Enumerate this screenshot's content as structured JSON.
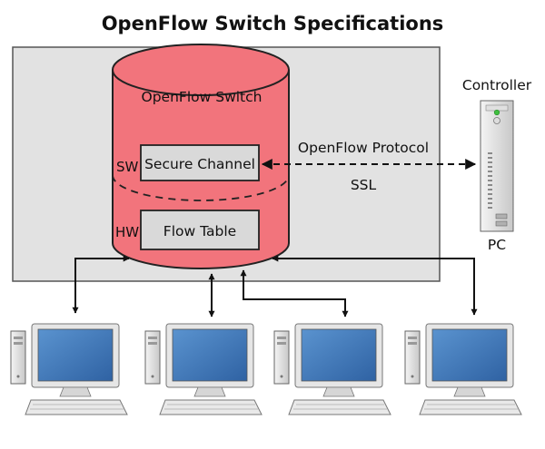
{
  "title": "OpenFlow Switch Specifications",
  "switch": {
    "label": "OpenFlow Switch",
    "sw_label": "SW",
    "hw_label": "HW",
    "secure_channel": "Secure Channel",
    "flow_table": "Flow Table"
  },
  "link": {
    "protocol": "OpenFlow Protocol",
    "transport": "SSL"
  },
  "controller": {
    "label": "Controller",
    "pc_label": "PC"
  },
  "colors": {
    "switch_fill": "#f2747c",
    "box_fill": "#d9d9d9",
    "monitor_screen": "#3f78b8",
    "background_panel": "#e2e2e2"
  },
  "hosts": [
    {
      "icon": "desktop-computer-icon"
    },
    {
      "icon": "desktop-computer-icon"
    },
    {
      "icon": "desktop-computer-icon"
    },
    {
      "icon": "desktop-computer-icon"
    }
  ]
}
